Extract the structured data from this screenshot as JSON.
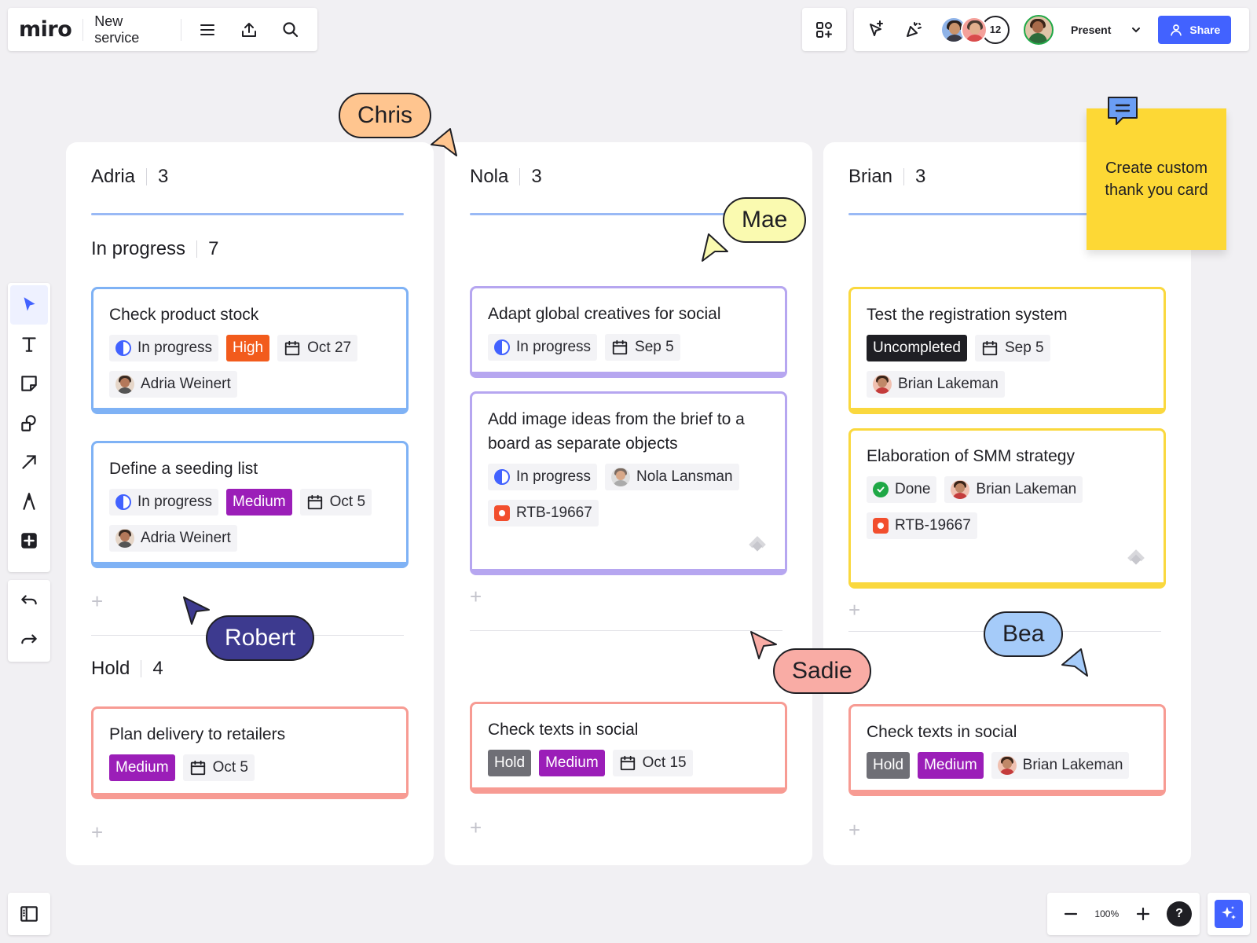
{
  "app": {
    "logo": "miro",
    "board_name": "New service",
    "collaborator_count": "12",
    "present_label": "Present",
    "share_label": "Share",
    "zoom": "100%",
    "help": "?"
  },
  "columns": [
    {
      "name": "Adria",
      "count": "3",
      "sections": [
        {
          "name": "In progress",
          "count": "7",
          "cards": [
            {
              "title": "Check product stock",
              "status": "In progress",
              "priority": "High",
              "date": "Oct 27",
              "assignee": "Adria Weinert"
            },
            {
              "title": "Define a seeding list",
              "status": "In progress",
              "priority": "Medium",
              "date": "Oct 5",
              "assignee": "Adria Weinert"
            }
          ]
        },
        {
          "name": "Hold",
          "count": "4",
          "cards": [
            {
              "title": "Plan delivery to retailers",
              "priority": "Medium",
              "date": "Oct 5"
            }
          ]
        }
      ]
    },
    {
      "name": "Nola",
      "count": "3",
      "cards": [
        {
          "title": "Adapt global creatives for social",
          "status": "In progress",
          "date": "Sep 5"
        },
        {
          "title": "Add image ideas from the brief to a board as separate objects",
          "status": "In progress",
          "assignee": "Nola Lansman",
          "ticket": "RTB-19667"
        },
        {
          "title": "Check texts in social",
          "status": "Hold",
          "priority": "Medium",
          "date": "Oct 15"
        }
      ]
    },
    {
      "name": "Brian",
      "count": "3",
      "cards": [
        {
          "title": "Test the registration system",
          "status": "Uncompleted",
          "date": "Sep 5",
          "assignee": "Brian Lakeman"
        },
        {
          "title": "Elaboration of SMM strategy",
          "status": "Done",
          "assignee": "Brian Lakeman",
          "ticket": "RTB-19667"
        },
        {
          "title": "Check texts in social",
          "status": "Hold",
          "priority": "Medium",
          "assignee": "Brian Lakeman"
        }
      ]
    }
  ],
  "sticky_note": {
    "text": "Create custom thank you card"
  },
  "cursors": [
    {
      "name": "Chris",
      "color": "#ffc58f"
    },
    {
      "name": "Mae",
      "color": "#fafab0"
    },
    {
      "name": "Robert",
      "color": "#3d3a8f"
    },
    {
      "name": "Sadie",
      "color": "#f9aca5"
    },
    {
      "name": "Bea",
      "color": "#a5cbf9"
    }
  ],
  "icons": {
    "toolbar": [
      "menu-icon",
      "upload-icon",
      "search-icon"
    ],
    "right_toolbar": [
      "apps-icon",
      "cursor-follow-icon",
      "celebrate-icon",
      "chevron-down-icon",
      "user-icon"
    ],
    "left_tools": [
      "select-icon",
      "text-icon",
      "sticky-note-icon",
      "shapes-icon",
      "arrow-icon",
      "pen-icon",
      "add-icon",
      "undo-icon",
      "redo-icon"
    ],
    "bottom": [
      "panel-icon",
      "zoom-out-icon",
      "zoom-in-icon",
      "help-icon",
      "ai-sparkle-icon"
    ]
  },
  "colors": {
    "accent": "#4262ff",
    "high": "#f25b1c",
    "medium": "#9b1eb8",
    "hold": "#6f6f76",
    "sticky": "#fdd835"
  }
}
